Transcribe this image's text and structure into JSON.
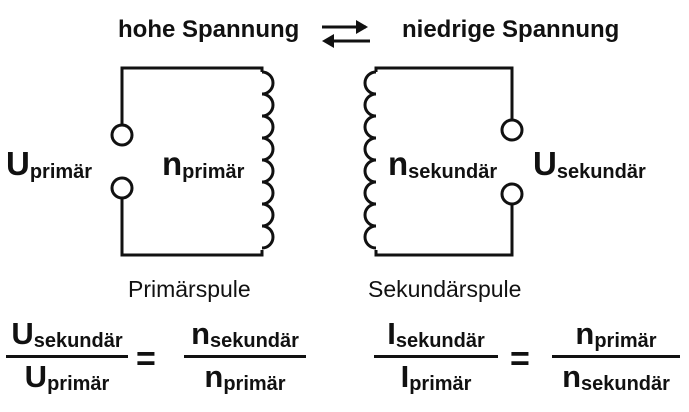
{
  "header": {
    "left": "hohe Spannung",
    "right": "niedrige Spannung"
  },
  "primary": {
    "voltage": {
      "base": "U",
      "sub": "primär"
    },
    "turns": {
      "base": "n",
      "sub": "primär"
    },
    "caption": "Primärspule"
  },
  "secondary": {
    "voltage": {
      "base": "U",
      "sub": "sekundär"
    },
    "turns": {
      "base": "n",
      "sub": "sekundär"
    },
    "caption": "Sekundärspule"
  },
  "formula_voltage": {
    "num": {
      "base": "U",
      "sub": "sekundär"
    },
    "den": {
      "base": "U",
      "sub": "primär"
    },
    "eq": "=",
    "rhs_num": {
      "base": "n",
      "sub": "sekundär"
    },
    "rhs_den": {
      "base": "n",
      "sub": "primär"
    }
  },
  "formula_current": {
    "num": {
      "base": "I",
      "sub": "sekundär"
    },
    "den": {
      "base": "I",
      "sub": "primär"
    },
    "eq": "=",
    "rhs_num": {
      "base": "n",
      "sub": "primär"
    },
    "rhs_den": {
      "base": "n",
      "sub": "sekundär"
    }
  }
}
